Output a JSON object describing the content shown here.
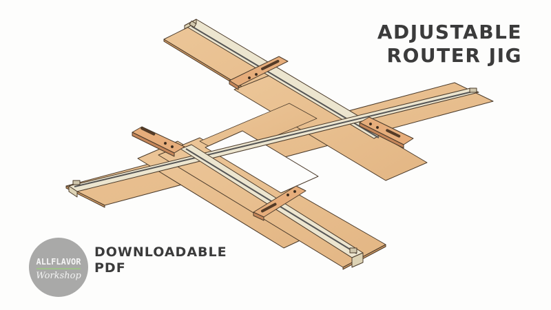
{
  "title": {
    "line1": "ADJUSTABLE",
    "line2": "ROUTER JIG"
  },
  "badge": {
    "line1": "DOWNLOADABLE",
    "line2": "PDF"
  },
  "logo": {
    "brand": "ALLFLAVOR",
    "script": "Workshop",
    "circle_color": "#a9a9a8",
    "accent_color": "#9fc28a"
  },
  "illustration": {
    "subject": "adjustable-router-jig",
    "board_color": "#e8bf8f",
    "rail_color": "#ebe4cc",
    "clamp_color": "#e6ad7b",
    "outline_color": "#4a3a2a",
    "clamps": 4
  }
}
